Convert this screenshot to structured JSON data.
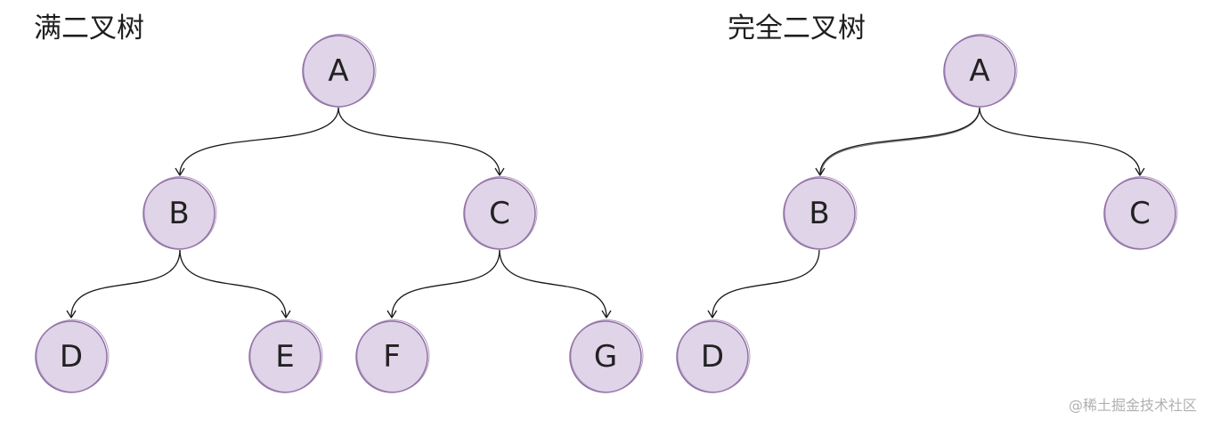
{
  "diagrams": [
    {
      "title": "满二叉树",
      "nodes": [
        {
          "id": "A",
          "label": "A"
        },
        {
          "id": "B",
          "label": "B"
        },
        {
          "id": "C",
          "label": "C"
        },
        {
          "id": "D",
          "label": "D"
        },
        {
          "id": "E",
          "label": "E"
        },
        {
          "id": "F",
          "label": "F"
        },
        {
          "id": "G",
          "label": "G"
        }
      ],
      "edges": [
        {
          "from": "A",
          "to": "B"
        },
        {
          "from": "A",
          "to": "C"
        },
        {
          "from": "B",
          "to": "D"
        },
        {
          "from": "B",
          "to": "E"
        },
        {
          "from": "C",
          "to": "F"
        },
        {
          "from": "C",
          "to": "G"
        }
      ]
    },
    {
      "title": "完全二叉树",
      "nodes": [
        {
          "id": "A",
          "label": "A"
        },
        {
          "id": "B",
          "label": "B"
        },
        {
          "id": "C",
          "label": "C"
        },
        {
          "id": "D",
          "label": "D"
        }
      ],
      "edges": [
        {
          "from": "A",
          "to": "B"
        },
        {
          "from": "A",
          "to": "C"
        },
        {
          "from": "B",
          "to": "D"
        }
      ]
    }
  ],
  "colors": {
    "node_fill": "#e0d4e8",
    "node_stroke": "#8f6fa3",
    "edge": "#1a1a1a"
  },
  "watermark": "@稀土掘金技术社区"
}
